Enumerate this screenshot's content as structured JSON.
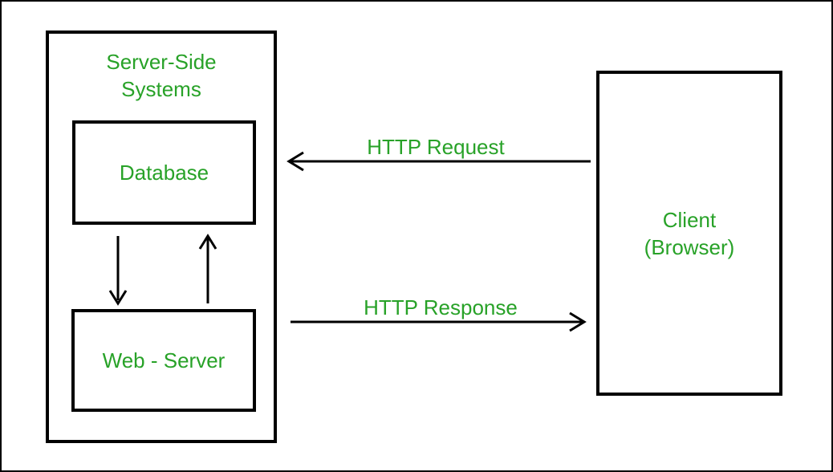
{
  "server_group": {
    "title_line1": "Server-Side",
    "title_line2": "Systems"
  },
  "database": {
    "label": "Database"
  },
  "web_server": {
    "label": "Web - Server"
  },
  "client": {
    "label_line1": "Client",
    "label_line2": "(Browser)"
  },
  "arrows": {
    "request_label": "HTTP Request",
    "request_direction": "left-from-client-to-server",
    "response_label": "HTTP Response",
    "response_direction": "right-from-server-to-client",
    "database_to_webserver_direction": "down",
    "webserver_to_database_direction": "up"
  },
  "colors": {
    "label_green": "#28a228",
    "line_black": "#000000",
    "background": "#ffffff"
  }
}
